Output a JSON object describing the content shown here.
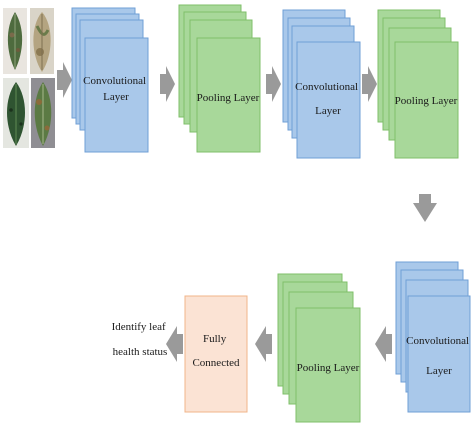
{
  "stages": {
    "conv1_label": [
      "Convolutional",
      "Layer"
    ],
    "pool1_label": [
      "Pooling Layer"
    ],
    "conv2_label": [
      "Convolutional",
      "Layer"
    ],
    "pool2_label": [
      "Pooling Layer"
    ],
    "conv3_label": [
      "Convolutional",
      "Layer"
    ],
    "pool3_label": [
      "Pooling Layer"
    ],
    "fc_label": [
      "Fully",
      "Connected"
    ],
    "output_label": [
      "Identify leaf",
      "health status"
    ]
  },
  "colors": {
    "conv_fill": "#a9c8ea",
    "conv_stroke": "#6f9fd6",
    "pool_fill": "#a8d89a",
    "pool_stroke": "#7fbf6a",
    "fc_fill": "#fbe3d4",
    "fc_stroke": "#f0b48a",
    "arrow_fill": "#9a9a9a"
  },
  "input_images": [
    "diseased-leaf-icon",
    "dried-leaf-icon",
    "spotted-leaf-icon",
    "blighted-leaf-icon"
  ]
}
